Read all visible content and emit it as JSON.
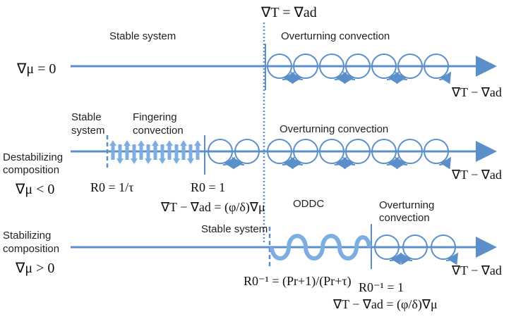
{
  "colors": {
    "line": "#5b8fc9",
    "fill": "#7eaee0"
  },
  "top_label": "∇T = ∇ad",
  "rows": [
    {
      "left_label": [
        "∇μ = 0"
      ],
      "regions": [
        "Stable system",
        "Overturning convection"
      ],
      "axis_label": "∇T − ∇ad"
    },
    {
      "left_label": [
        "Destabilizing",
        "composition",
        "∇μ < 0"
      ],
      "regions": [
        "Stable",
        "system",
        "Fingering",
        "convection",
        "Overturning convection"
      ],
      "axis_label": "∇T − ∇ad",
      "thresholds": [
        "R0 = 1/τ",
        "R0 = 1",
        "∇T − ∇ad = (φ/δ)∇μ"
      ]
    },
    {
      "left_label": [
        "Stabilizing",
        "composition",
        "∇μ > 0"
      ],
      "regions": [
        "Stable system",
        "ODDC",
        "Overturning",
        "convection"
      ],
      "axis_label": "∇T − ∇ad",
      "thresholds": [
        "R0⁻¹ = (Pr+1)/(Pr+τ)",
        "R0⁻¹ = 1",
        "∇T − ∇ad = (φ/δ)∇μ"
      ]
    }
  ]
}
